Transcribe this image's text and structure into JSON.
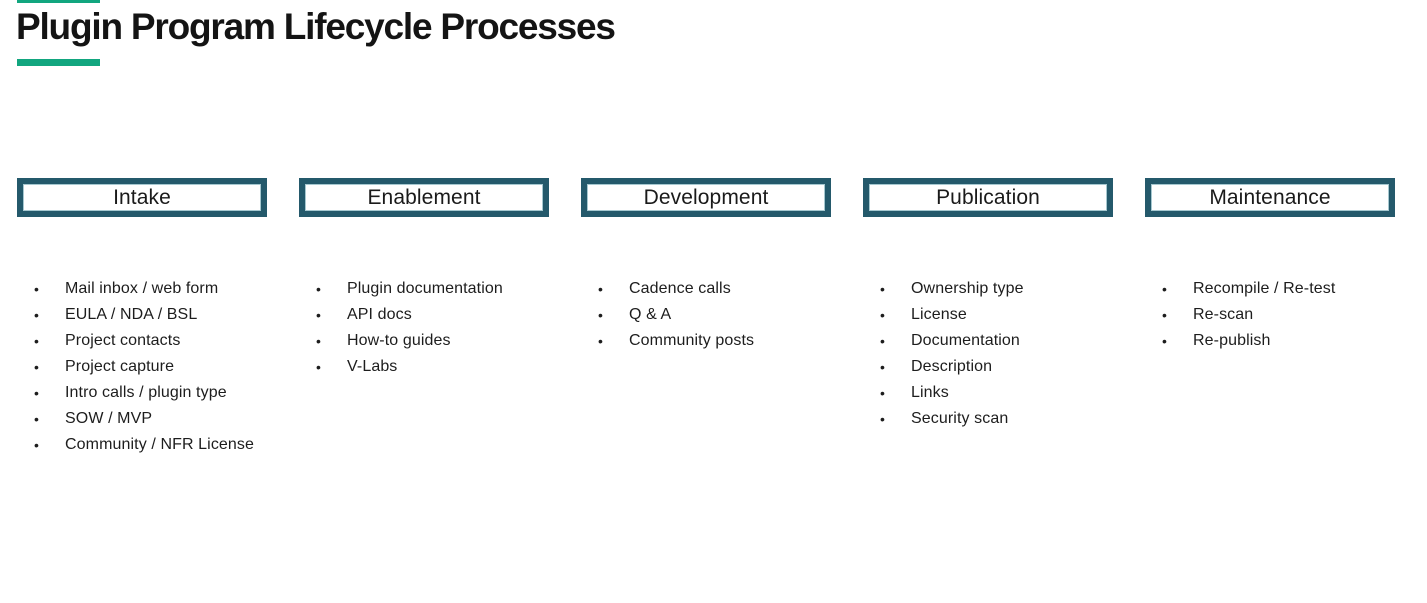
{
  "title": {
    "text": "Plugin Program Lifecycle Processes"
  },
  "theme": {
    "green": "#12A67F",
    "teal": "#24596B",
    "teal_inner": "#A6C8D0",
    "text": "#1D1D1D",
    "title_text": "#141414",
    "background": "#FFFFFF"
  },
  "bullet_char": "•",
  "columns": [
    {
      "label": "Intake",
      "items": [
        "Mail inbox / web form",
        "EULA / NDA / BSL",
        "Project contacts",
        "Project capture",
        "Intro calls / plugin type",
        "SOW / MVP",
        "Community / NFR License"
      ]
    },
    {
      "label": "Enablement",
      "items": [
        "Plugin documentation",
        "API docs",
        "How-to guides",
        "V-Labs"
      ]
    },
    {
      "label": "Development",
      "items": [
        "Cadence calls",
        "Q & A",
        "Community posts"
      ]
    },
    {
      "label": "Publication",
      "items": [
        "Ownership type",
        "License",
        "Documentation",
        "Description",
        "Links",
        "Security scan"
      ]
    },
    {
      "label": "Maintenance",
      "items": [
        "Recompile / Re-test",
        "Re-scan",
        "Re-publish"
      ]
    }
  ]
}
